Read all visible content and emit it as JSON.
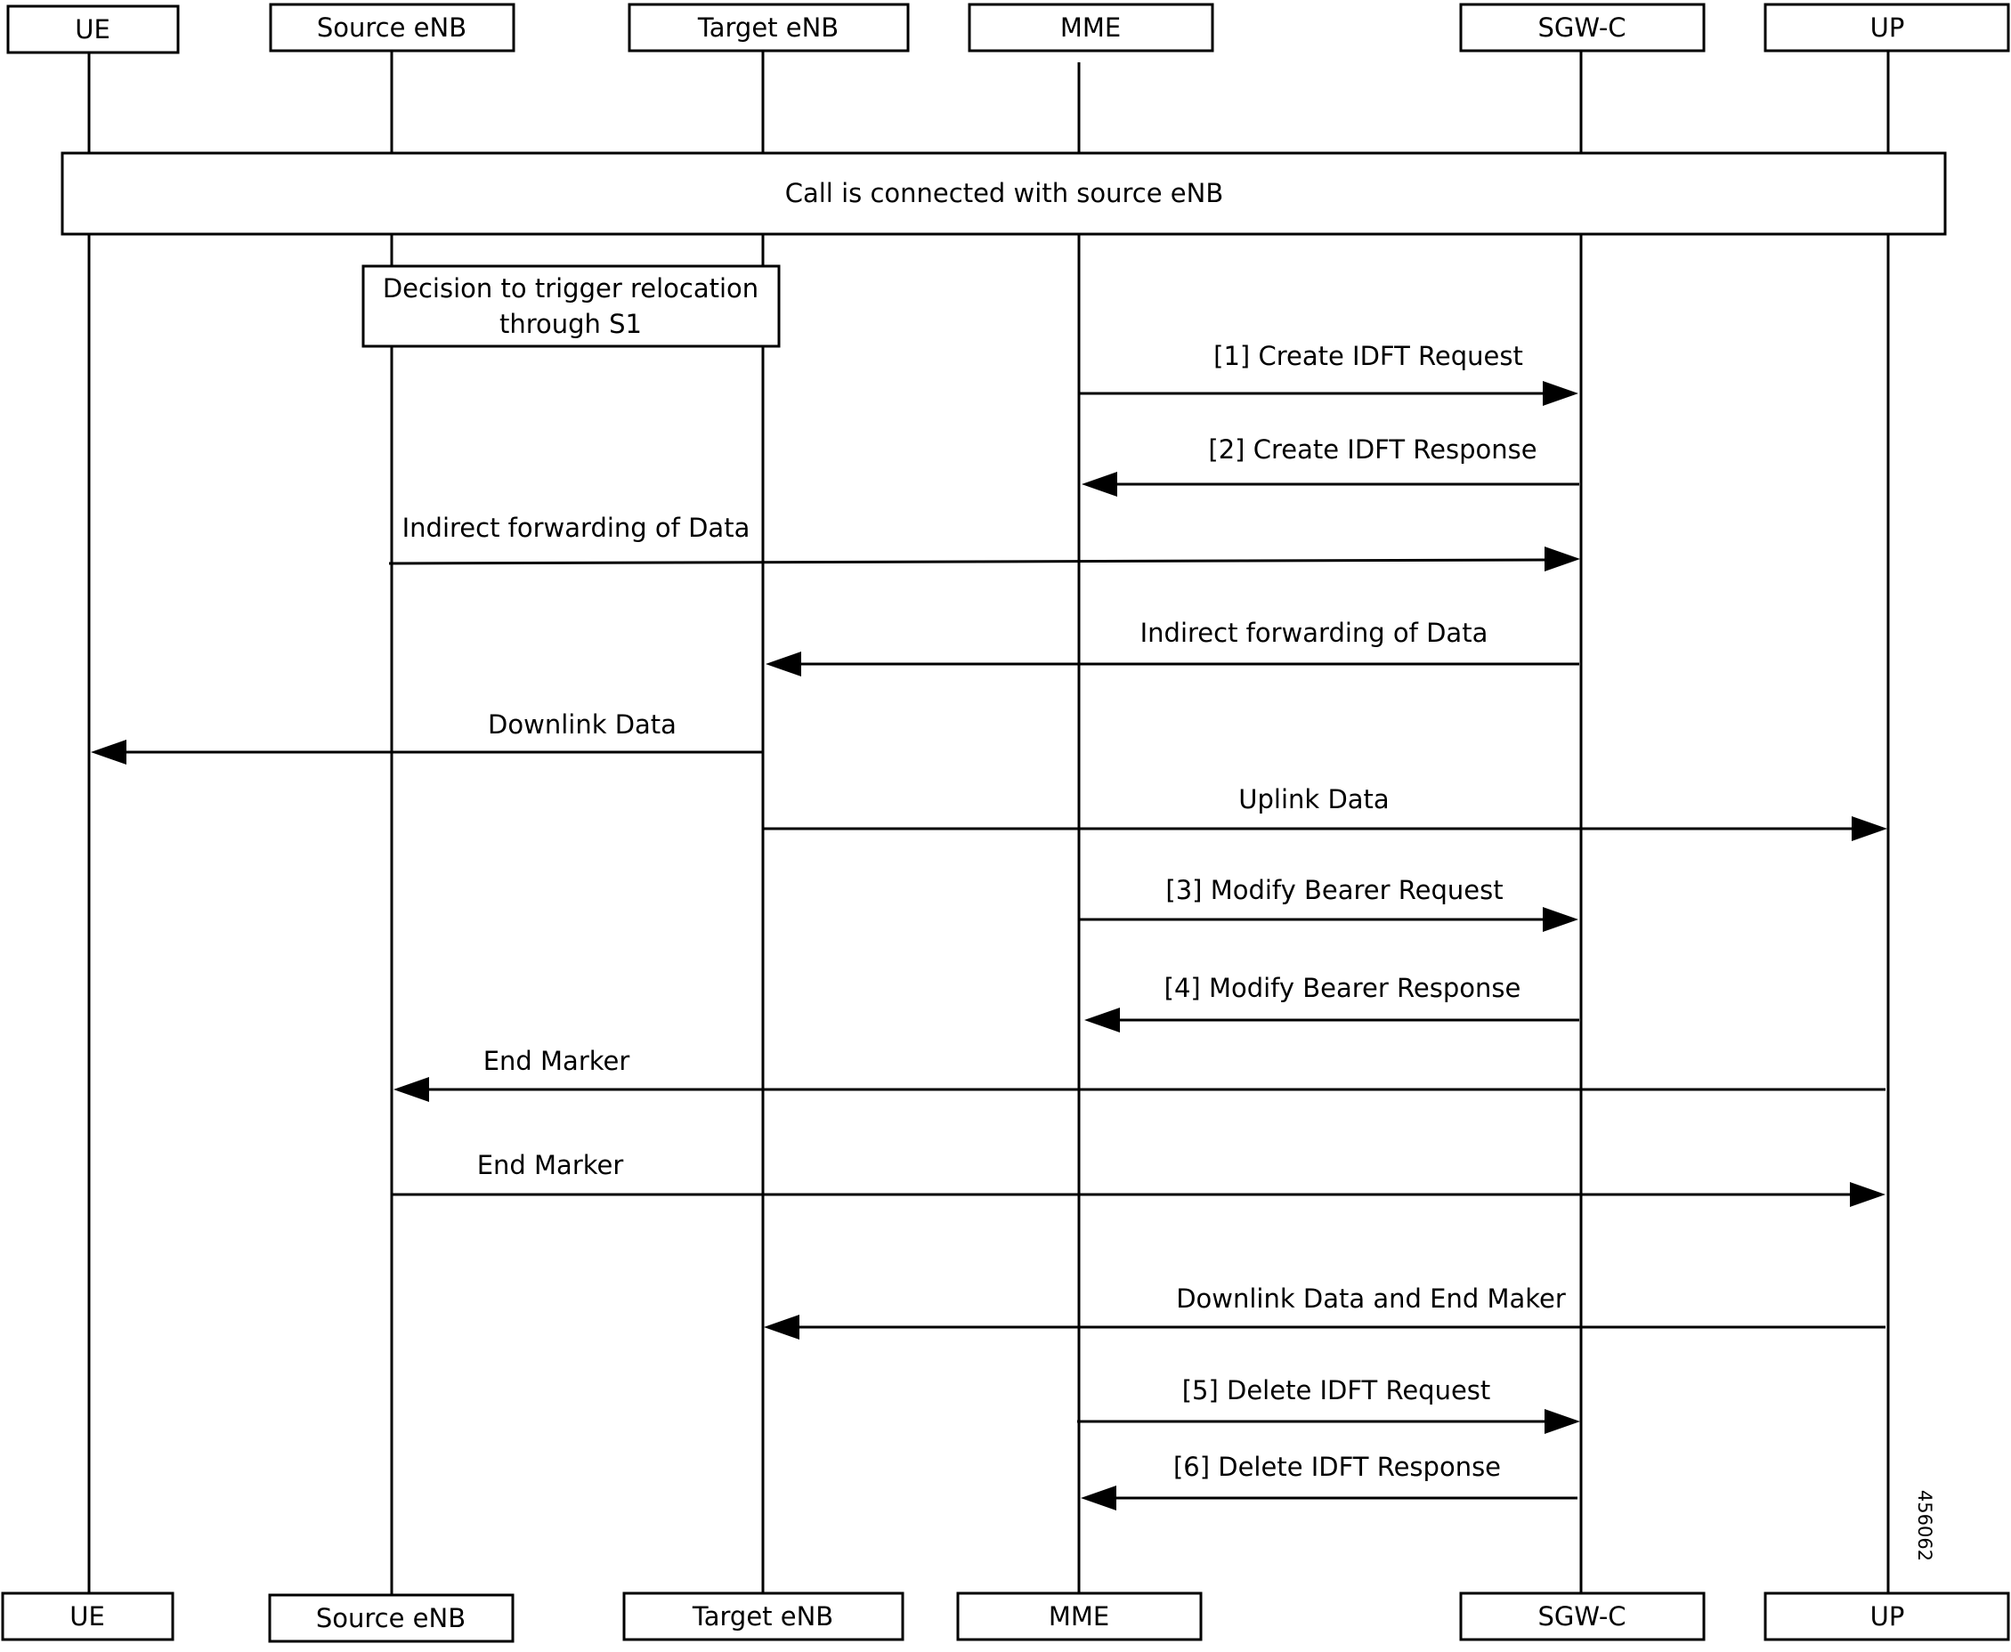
{
  "participants": [
    {
      "id": "ue",
      "label": "UE"
    },
    {
      "id": "source",
      "label": "Source eNB"
    },
    {
      "id": "target",
      "label": "Target eNB"
    },
    {
      "id": "mme",
      "label": "MME"
    },
    {
      "id": "sgwc",
      "label": "SGW-C"
    },
    {
      "id": "up",
      "label": "UP"
    }
  ],
  "banner": {
    "text": "Call is connected with source eNB"
  },
  "note": {
    "line1": "Decision to trigger relocation",
    "line2": "through S1"
  },
  "messages": [
    {
      "label": "[1] Create IDFT Request",
      "from": "mme",
      "to": "sgwc"
    },
    {
      "label": "[2] Create IDFT Response",
      "from": "sgwc",
      "to": "mme"
    },
    {
      "label": "Indirect forwarding of Data",
      "from": "source",
      "to": "sgwc"
    },
    {
      "label": "Indirect forwarding of Data",
      "from": "sgwc",
      "to": "target"
    },
    {
      "label": "Downlink Data",
      "from": "target",
      "to": "ue"
    },
    {
      "label": "Uplink Data",
      "from": "target",
      "to": "up"
    },
    {
      "label": "[3] Modify Bearer Request",
      "from": "mme",
      "to": "sgwc"
    },
    {
      "label": "[4] Modify Bearer Response",
      "from": "sgwc",
      "to": "mme"
    },
    {
      "label": "End Marker",
      "from": "up",
      "to": "source"
    },
    {
      "label": "End Marker",
      "from": "source",
      "to": "up"
    },
    {
      "label": "Downlink Data and End Maker",
      "from": "up",
      "to": "target"
    },
    {
      "label": "[5] Delete IDFT Request",
      "from": "mme",
      "to": "sgwc"
    },
    {
      "label": "[6] Delete IDFT Response",
      "from": "sgwc",
      "to": "mme"
    }
  ],
  "figure_id": "456062"
}
